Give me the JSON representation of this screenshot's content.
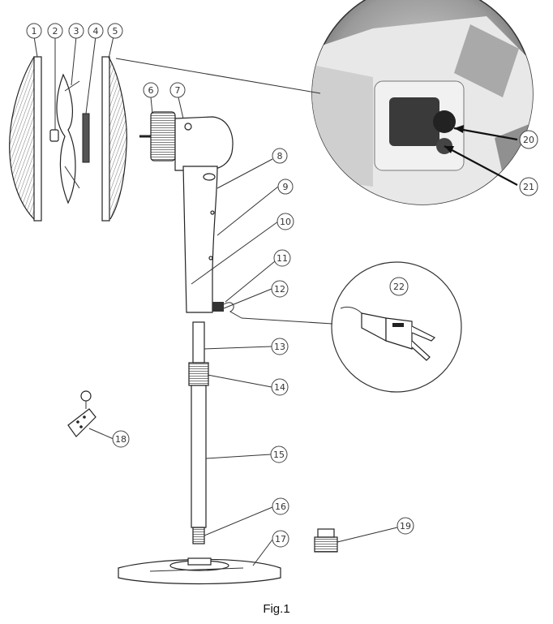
{
  "figure": {
    "caption": "Fig.1",
    "callouts": [
      {
        "number": "1"
      },
      {
        "number": "2"
      },
      {
        "number": "3"
      },
      {
        "number": "4"
      },
      {
        "number": "5"
      },
      {
        "number": "6"
      },
      {
        "number": "7"
      },
      {
        "number": "8"
      },
      {
        "number": "9"
      },
      {
        "number": "10"
      },
      {
        "number": "11"
      },
      {
        "number": "12"
      },
      {
        "number": "13"
      },
      {
        "number": "14"
      },
      {
        "number": "15"
      },
      {
        "number": "16"
      },
      {
        "number": "17"
      },
      {
        "number": "18"
      },
      {
        "number": "19"
      },
      {
        "number": "20"
      },
      {
        "number": "21"
      },
      {
        "number": "22"
      }
    ]
  }
}
